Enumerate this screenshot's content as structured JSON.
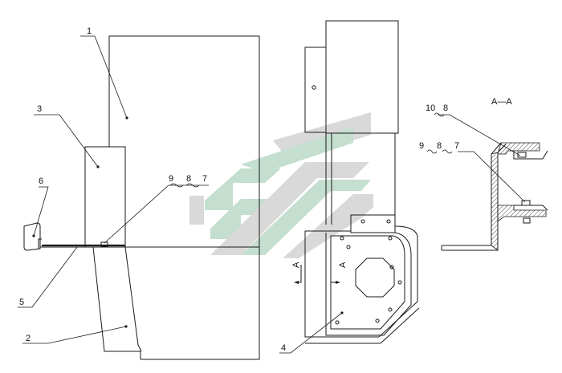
{
  "callouts": {
    "c1": "1",
    "c2": "2",
    "c3": "3",
    "c4": "4",
    "c5": "5",
    "c6": "6",
    "c978": [
      "9",
      "8",
      "7"
    ],
    "section_c108": [
      "10",
      "8"
    ],
    "section_c987": [
      "9",
      "8",
      "7"
    ]
  },
  "section_title": "A—A",
  "section_marker": "A",
  "watermark": {
    "color": "#2e8b57",
    "opacity": 0.28
  }
}
